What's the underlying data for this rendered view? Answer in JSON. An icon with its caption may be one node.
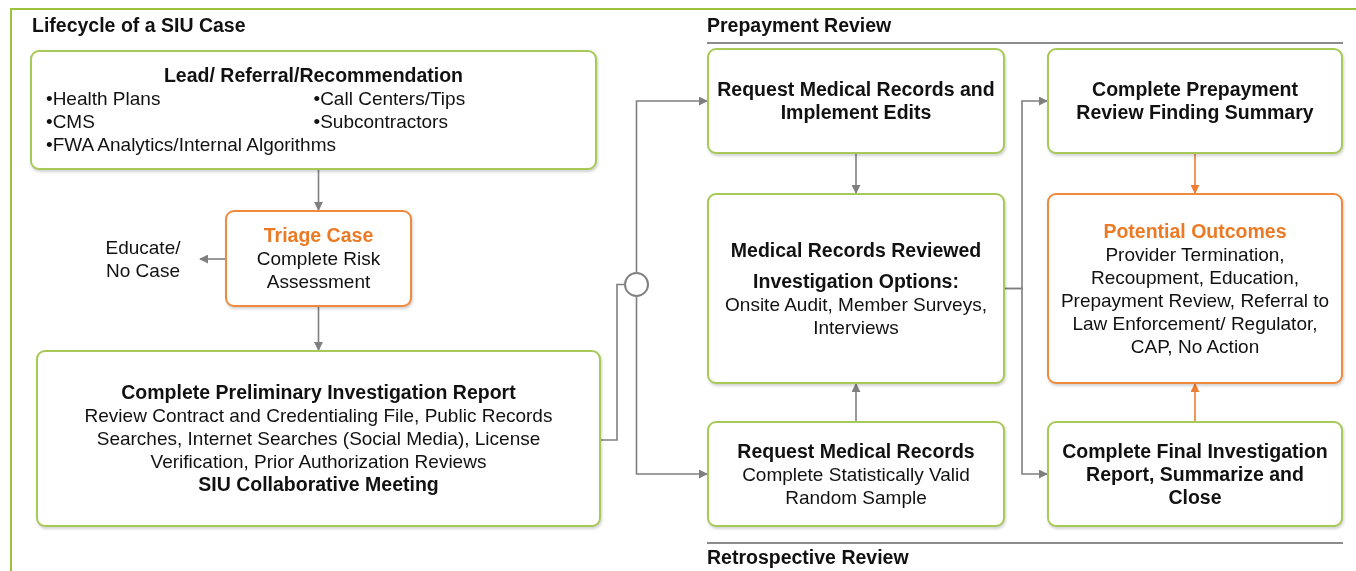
{
  "diagram": {
    "title": "Lifecycle of a SIU Case",
    "nodes": [
      {
        "text": [
          "Lead/ Referral/Recommendation",
          "•Health Plans",
          "•Call Centers/Tips",
          "•CMS",
          "•Subcontractors",
          "•FWA Analytics/Internal Algorithms"
        ]
      },
      {
        "text": [
          "Triage Case",
          "Complete Risk Assessment"
        ]
      },
      {
        "text": [
          "Educate/ No Case"
        ]
      },
      {
        "text": [
          "Complete Preliminary Investigation Report",
          "Review Contract and Credentialing File, Public Records Searches, Internet Searches (Social Media), License Verification, Prior Authorization Reviews",
          "SIU Collaborative Meeting"
        ]
      },
      {
        "text": [],
        "shape": "circle"
      },
      {
        "text": [
          "Request Medical Records and Implement Edits"
        ]
      },
      {
        "text": [
          "Medical Records Reviewed",
          "Investigation Options:",
          "Onsite Audit, Member Surveys, Interviews"
        ]
      },
      {
        "text": [
          "Request Medical Records",
          "Complete Statistically Valid Random Sample"
        ]
      },
      {
        "text": [
          "Complete Prepayment Review Finding Summary"
        ]
      },
      {
        "text": [
          "Potential Outcomes",
          "Provider Termination, Recoupment, Education, Prepayment Review, Referral to Law Enforcement/ Regulator, CAP, No Action"
        ]
      },
      {
        "text": [
          "Complete Final Investigation Report, Summarize and Close"
        ]
      }
    ],
    "edges": [
      {
        "from": 0,
        "to": 1,
        "arrow": "to"
      },
      {
        "from": 1,
        "to": 2,
        "arrow": "to"
      },
      {
        "from": 1,
        "to": 3,
        "arrow": "to"
      },
      {
        "from": 3,
        "to": 4,
        "arrow": "none"
      },
      {
        "from": 4,
        "to": 5,
        "arrow": "to"
      },
      {
        "from": 4,
        "to": 7,
        "arrow": "to"
      },
      {
        "from": 5,
        "to": 6,
        "arrow": "to"
      },
      {
        "from": 7,
        "to": 6,
        "arrow": "to"
      },
      {
        "from": 6,
        "to": 8,
        "arrow": "to"
      },
      {
        "from": 6,
        "to": 10,
        "arrow": "to"
      },
      {
        "from": 8,
        "to": 9,
        "arrow": "to",
        "color": "#ed7d31"
      },
      {
        "from": 10,
        "to": 9,
        "arrow": "to",
        "color": "#ed7d31"
      }
    ],
    "labels": [
      "Prepayment Review",
      "Retrospective Review"
    ]
  }
}
